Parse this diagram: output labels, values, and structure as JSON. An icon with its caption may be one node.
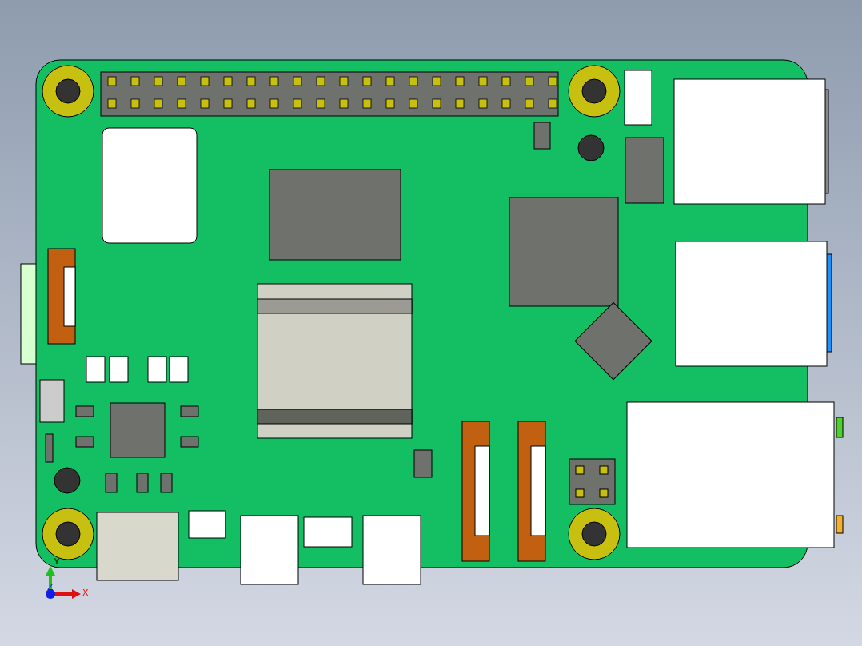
{
  "diagram": {
    "labels": [
      "Y",
      "Z",
      "X"
    ]
  }
}
